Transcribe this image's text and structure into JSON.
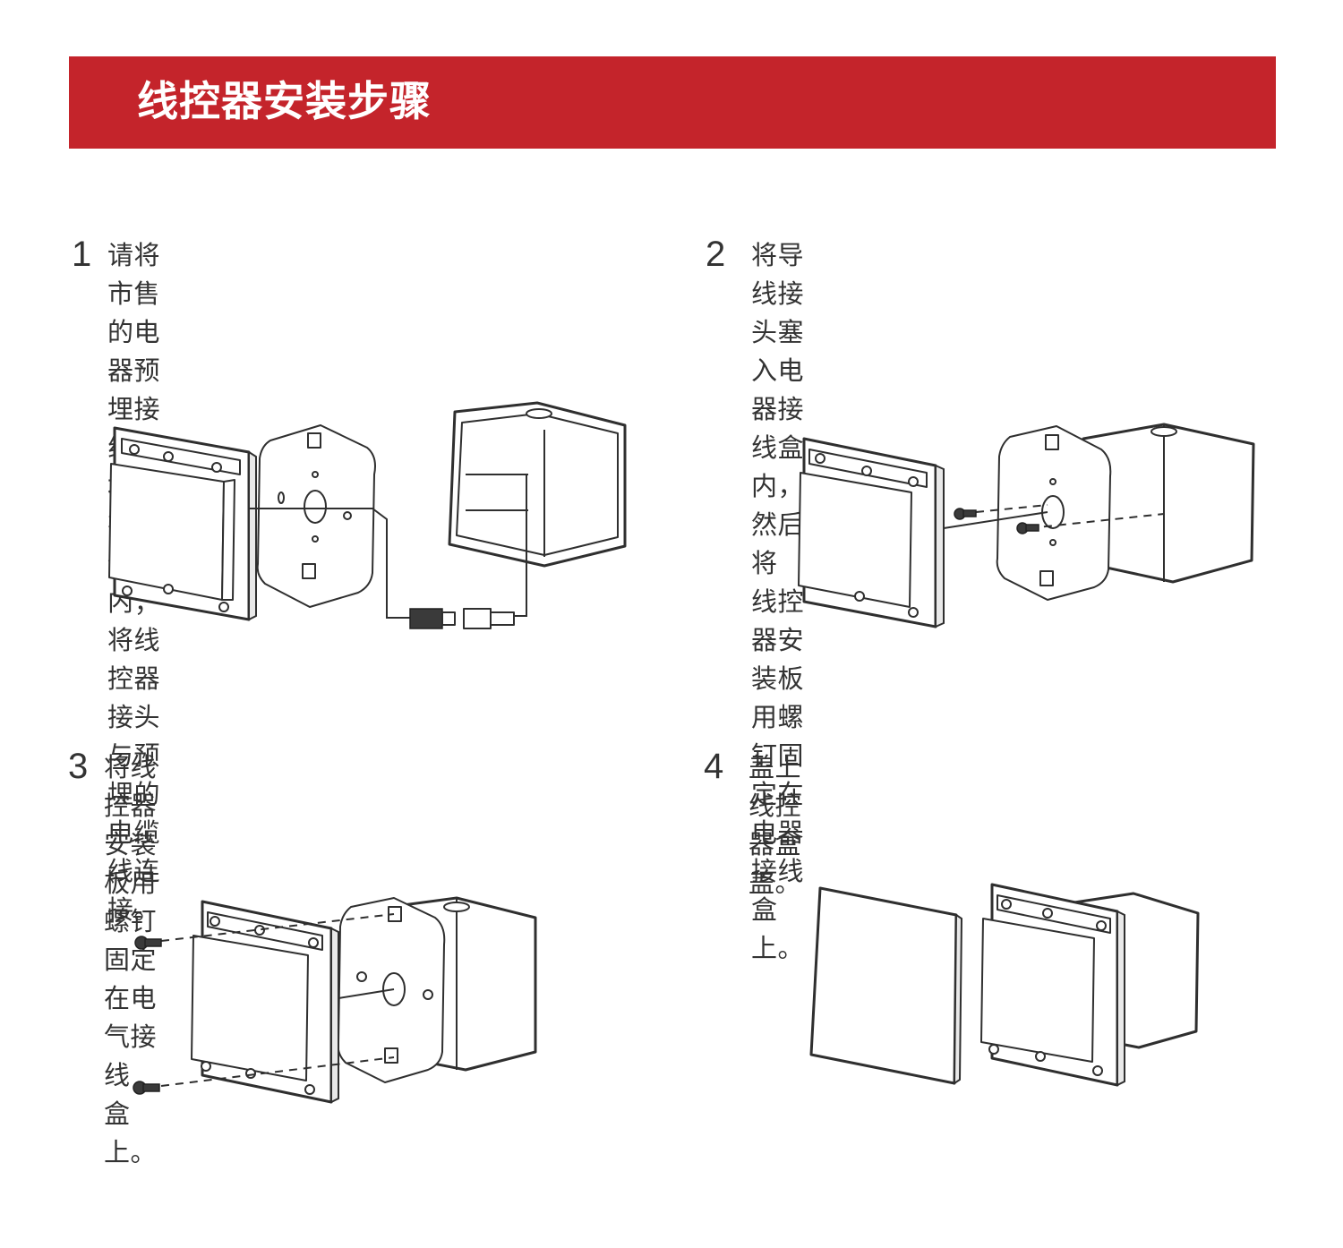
{
  "header": {
    "title": "线控器安装步骤"
  },
  "steps": [
    {
      "number": "1",
      "lines": [
        "请将市售的电器预埋接线盒埋设在墙体",
        "内；将线控器接头与预埋的电缆线连接。"
      ]
    },
    {
      "number": "2",
      "lines": [
        "将导线接头塞入电器接线盒内，然后将",
        "线控器安装板用螺钉固定在电器接线盒",
        "上。"
      ]
    },
    {
      "number": "3",
      "lines": [
        "将线控器安装板用螺钉固定在电气接线",
        "盒上。"
      ]
    },
    {
      "number": "4",
      "lines": [
        "盖上线控器盒盖。"
      ]
    }
  ],
  "colors": {
    "banner": "#c4242b",
    "line_art": "#2f2f2f"
  }
}
